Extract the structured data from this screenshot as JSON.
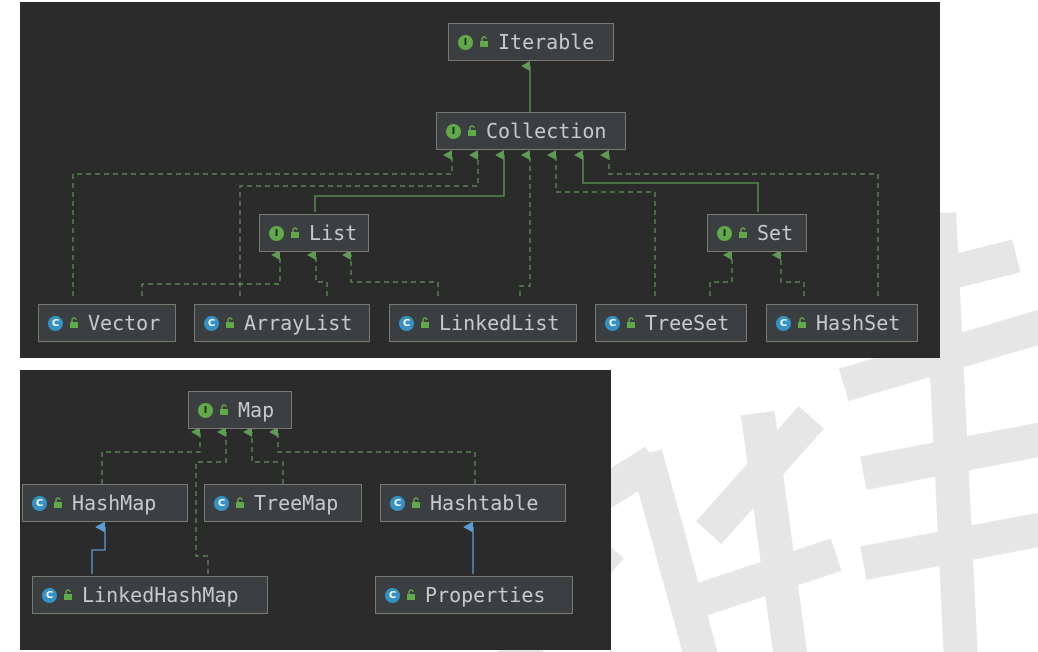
{
  "collection_diagram": {
    "nodes": {
      "iterable": {
        "label": "Iterable",
        "kind": "interface",
        "badge": "I"
      },
      "collection": {
        "label": "Collection",
        "kind": "interface",
        "badge": "I"
      },
      "list": {
        "label": "List",
        "kind": "interface",
        "badge": "I"
      },
      "set": {
        "label": "Set",
        "kind": "interface",
        "badge": "I"
      },
      "vector": {
        "label": "Vector",
        "kind": "class",
        "badge": "C"
      },
      "arraylist": {
        "label": "ArrayList",
        "kind": "class",
        "badge": "C"
      },
      "linkedlist": {
        "label": "LinkedList",
        "kind": "class",
        "badge": "C"
      },
      "treeset": {
        "label": "TreeSet",
        "kind": "class",
        "badge": "C"
      },
      "hashset": {
        "label": "HashSet",
        "kind": "class",
        "badge": "C"
      }
    },
    "edges": [
      {
        "from": "Collection",
        "to": "Iterable",
        "relation": "extends"
      },
      {
        "from": "List",
        "to": "Collection",
        "relation": "extends"
      },
      {
        "from": "Set",
        "to": "Collection",
        "relation": "extends"
      },
      {
        "from": "Vector",
        "to": "List",
        "relation": "implements"
      },
      {
        "from": "ArrayList",
        "to": "List",
        "relation": "implements"
      },
      {
        "from": "LinkedList",
        "to": "List",
        "relation": "implements"
      },
      {
        "from": "Vector",
        "to": "Collection",
        "relation": "implements"
      },
      {
        "from": "ArrayList",
        "to": "Collection",
        "relation": "implements"
      },
      {
        "from": "LinkedList",
        "to": "Collection",
        "relation": "implements"
      },
      {
        "from": "TreeSet",
        "to": "Collection",
        "relation": "implements"
      },
      {
        "from": "HashSet",
        "to": "Collection",
        "relation": "implements"
      },
      {
        "from": "TreeSet",
        "to": "Set",
        "relation": "implements"
      },
      {
        "from": "HashSet",
        "to": "Set",
        "relation": "implements"
      }
    ]
  },
  "map_diagram": {
    "nodes": {
      "map": {
        "label": "Map",
        "kind": "interface",
        "badge": "I"
      },
      "hashmap": {
        "label": "HashMap",
        "kind": "class",
        "badge": "C"
      },
      "treemap": {
        "label": "TreeMap",
        "kind": "class",
        "badge": "C"
      },
      "hashtable": {
        "label": "Hashtable",
        "kind": "class",
        "badge": "C"
      },
      "linkedhashmap": {
        "label": "LinkedHashMap",
        "kind": "class",
        "badge": "C"
      },
      "properties": {
        "label": "Properties",
        "kind": "class",
        "badge": "C"
      }
    },
    "edges": [
      {
        "from": "HashMap",
        "to": "Map",
        "relation": "implements"
      },
      {
        "from": "TreeMap",
        "to": "Map",
        "relation": "implements"
      },
      {
        "from": "Hashtable",
        "to": "Map",
        "relation": "implements"
      },
      {
        "from": "LinkedHashMap",
        "to": "Map",
        "relation": "implements"
      },
      {
        "from": "LinkedHashMap",
        "to": "HashMap",
        "relation": "extends-class"
      },
      {
        "from": "Properties",
        "to": "Hashtable",
        "relation": "extends-class"
      }
    ]
  },
  "colors": {
    "panel_bg": "#2b2b2b",
    "node_bg": "#3c3f41",
    "node_border": "#7a7a72",
    "text": "#c9c9c9",
    "interface_badge": "#62a94a",
    "class_badge": "#3592c4",
    "interface_edge": "#5e9b54",
    "class_edge": "#5c9bd6",
    "watermark": "#e6e6e6"
  },
  "icons": {
    "interface": "interface-badge-icon",
    "class": "class-badge-icon",
    "visibility": "public-lock-icon"
  }
}
